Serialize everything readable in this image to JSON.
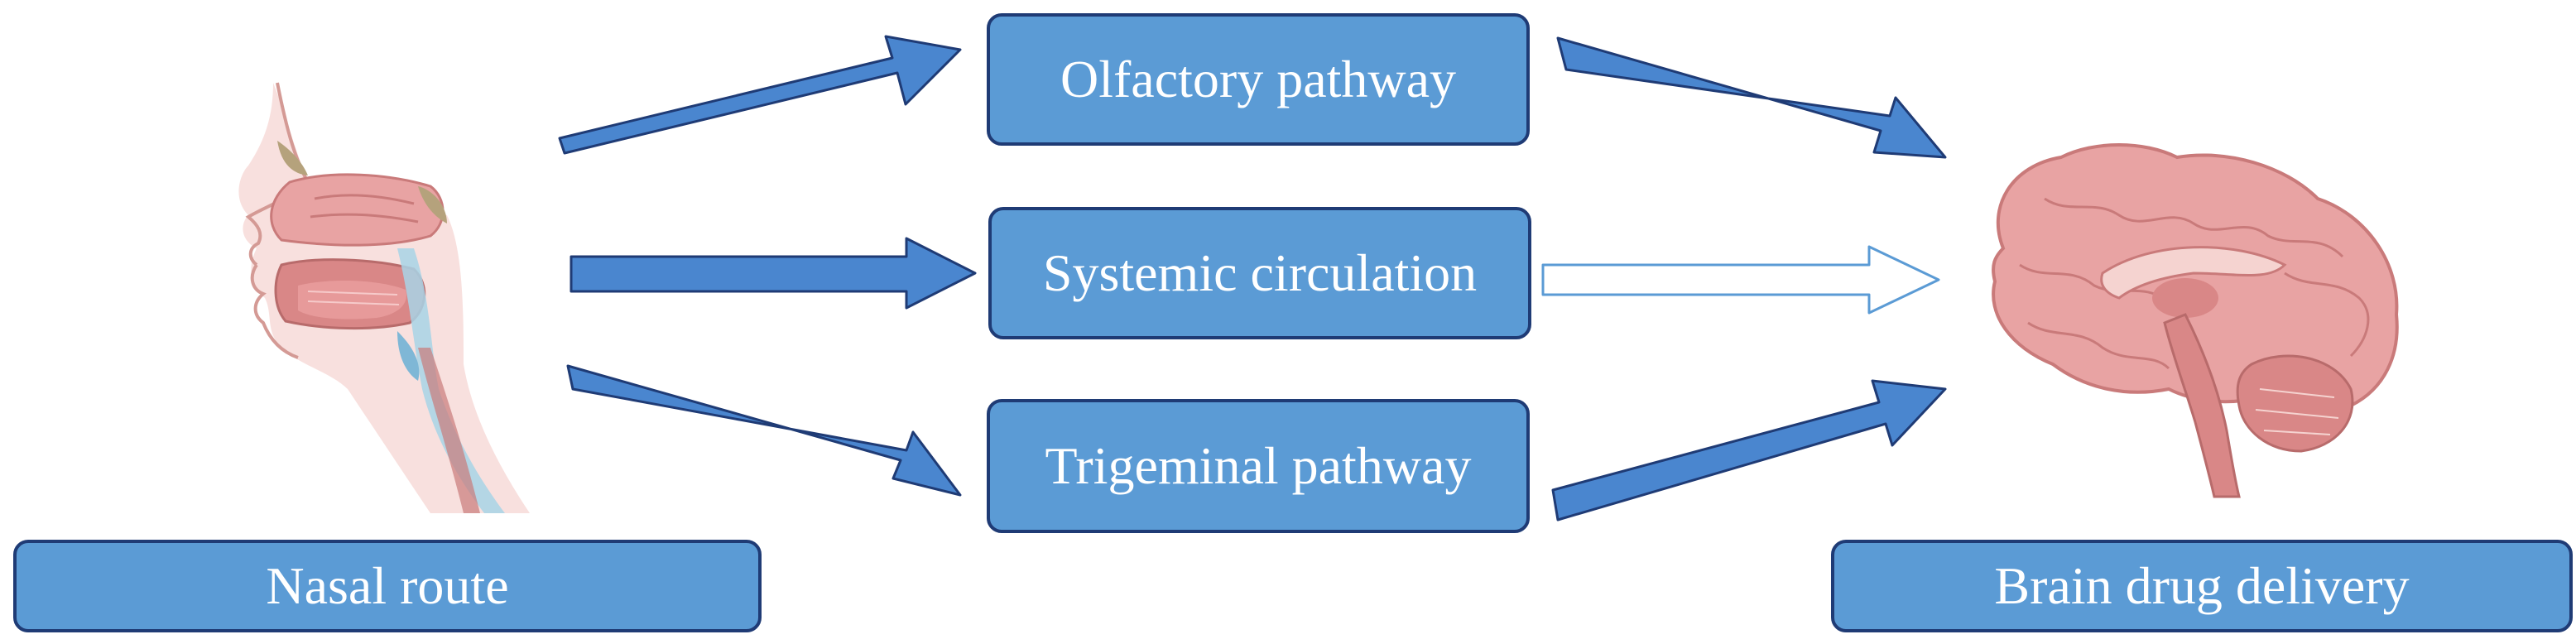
{
  "nodes": {
    "olfactory": "Olfactory pathway",
    "systemic": "Systemic circulation",
    "trigeminal": "Trigeminal pathway",
    "nasal_route": "Nasal route",
    "brain_delivery": "Brain drug delivery"
  },
  "colors": {
    "box_fill": "#5b9bd5",
    "box_border": "#1f3b75",
    "arrow_fill": "#4a86cf",
    "arrow_stroke": "#1f3b75",
    "hollow_arrow_stroke": "#5b9bd5",
    "text": "#ffffff",
    "tissue_pink": "#e8a3a3",
    "tissue_dark": "#c97a7a",
    "airway_blue": "#a8d4e6",
    "bone_tan": "#b5a27c"
  },
  "icons": {
    "head": "nasal-sagittal-illustration",
    "brain": "brain-sagittal-illustration"
  }
}
